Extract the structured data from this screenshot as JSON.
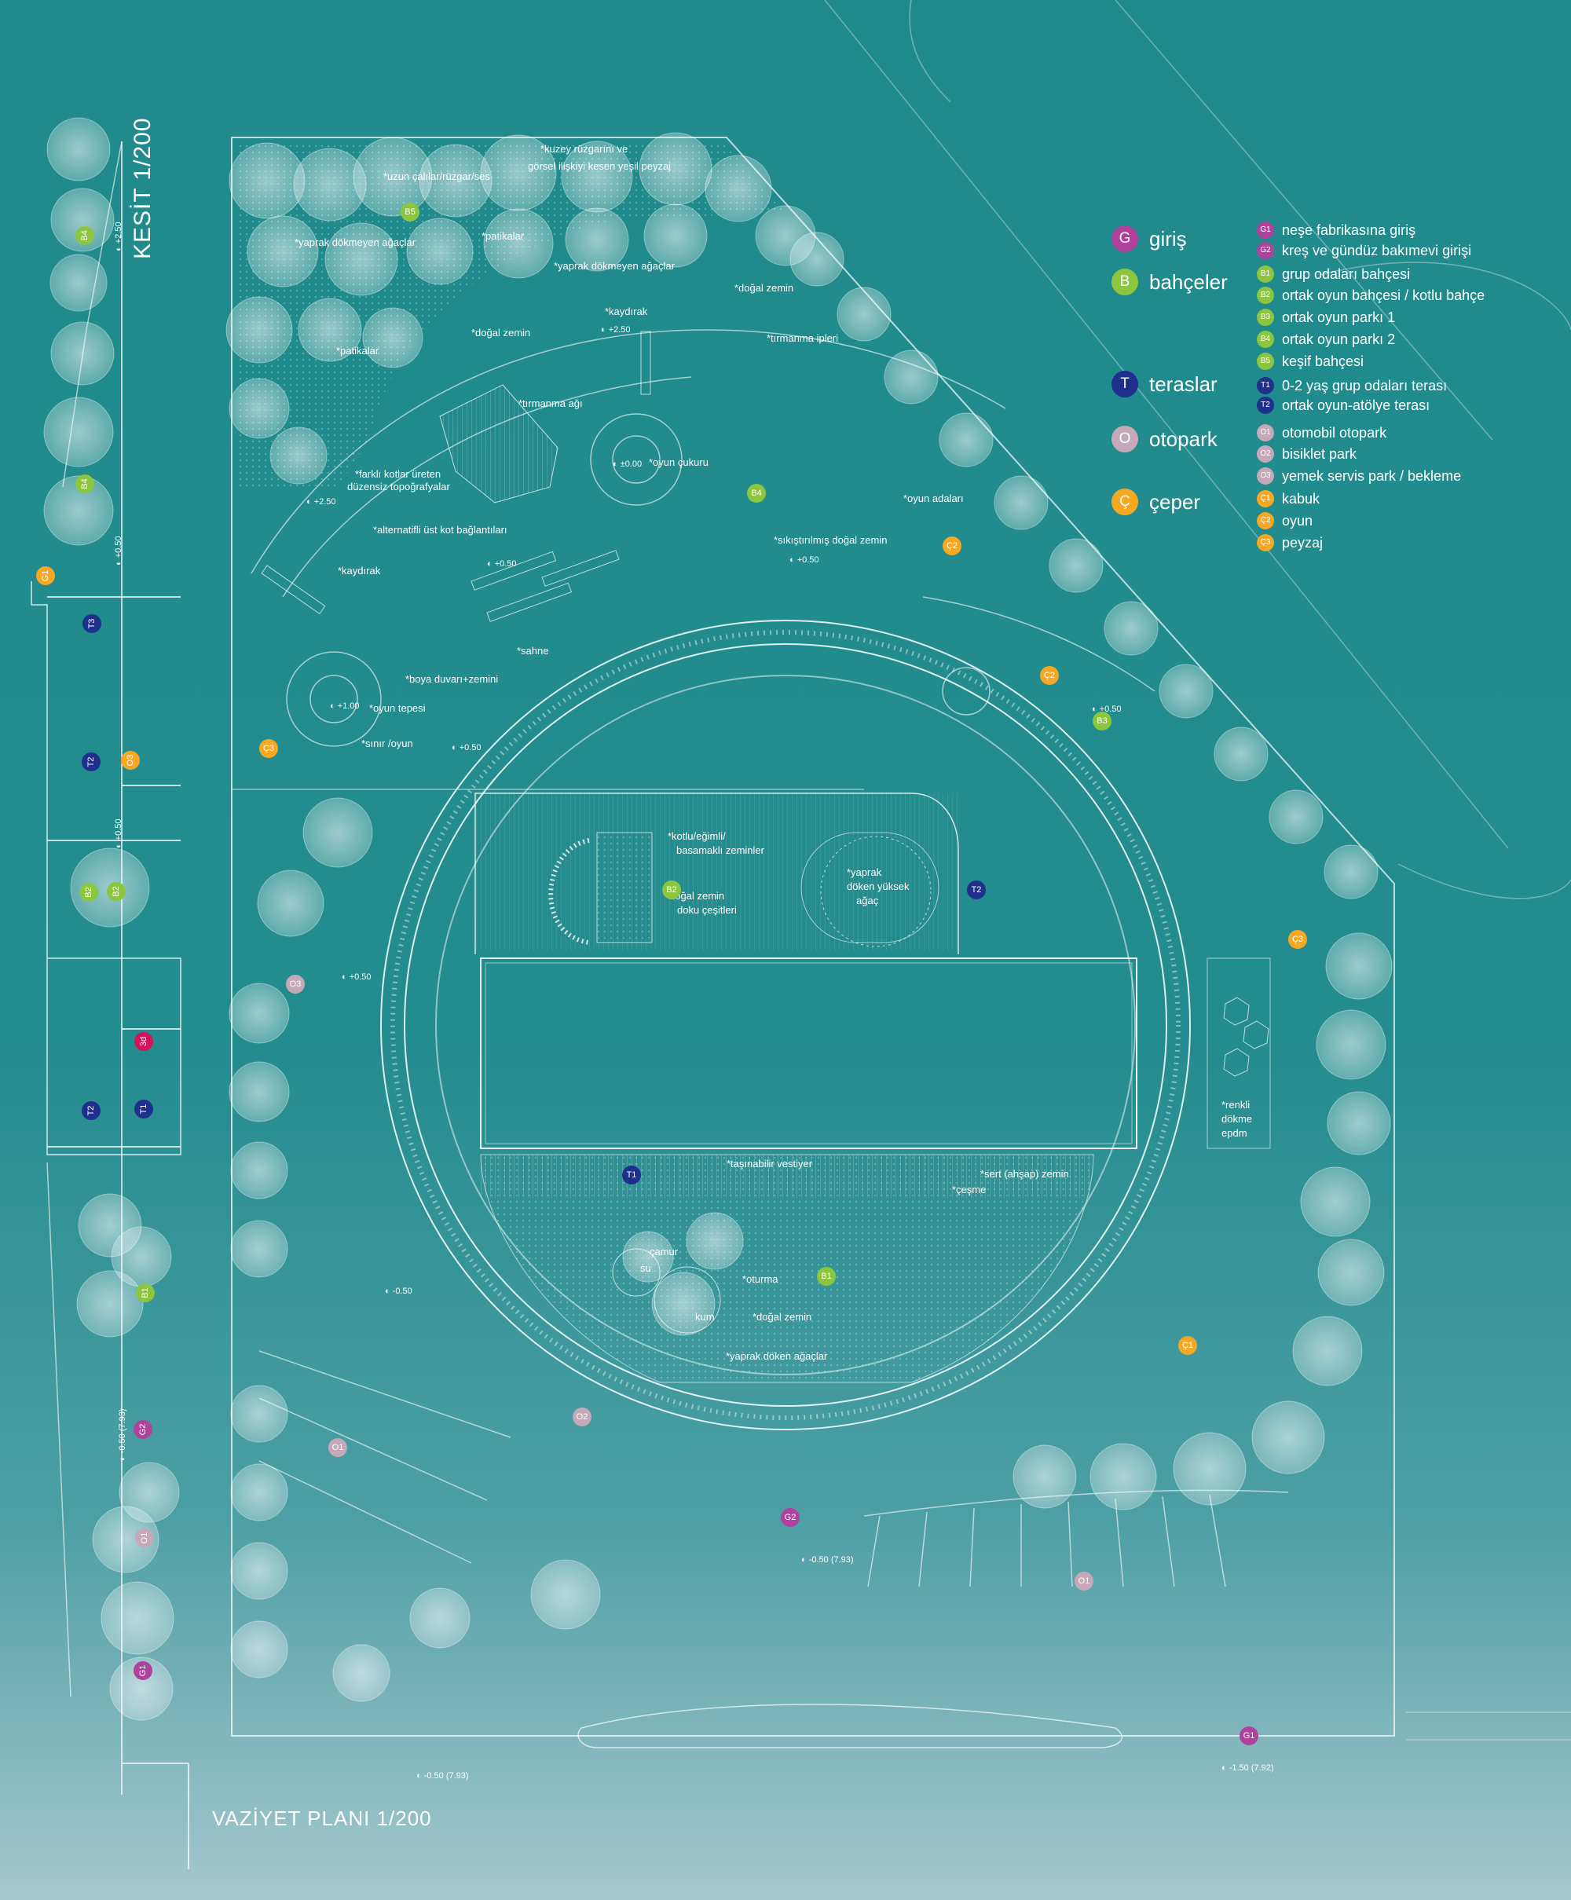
{
  "colors": {
    "background": "#228b8d",
    "G": "#b0429e",
    "B": "#8cc63f",
    "T": "#1f2f8c",
    "O": "#c5a9b8",
    "C": "#f7a823",
    "R": "#d4145a"
  },
  "titles": {
    "kesit": "KESİT 1/200",
    "vaziyet": "VAZİYET PLANI 1/200"
  },
  "legend": {
    "categories": [
      {
        "code": "G",
        "label": "giriş",
        "color": "G"
      },
      {
        "code": "B",
        "label": "bahçeler",
        "color": "B"
      },
      {
        "code": "T",
        "label": "teraslar",
        "color": "T"
      },
      {
        "code": "O",
        "label": "otopark",
        "color": "O"
      },
      {
        "code": "Ç",
        "label": "çeper",
        "color": "C"
      }
    ],
    "items": [
      {
        "code": "G1",
        "label": "neşe fabrikasına giriş",
        "color": "G"
      },
      {
        "code": "G2",
        "label": "kreş ve gündüz bakımevi girişi",
        "color": "G"
      },
      {
        "code": "B1",
        "label": "grup odaları bahçesi",
        "color": "B"
      },
      {
        "code": "B2",
        "label": "ortak oyun bahçesi / kotlu bahçe",
        "color": "B"
      },
      {
        "code": "B3",
        "label": "ortak oyun parkı 1",
        "color": "B"
      },
      {
        "code": "B4",
        "label": "ortak oyun parkı 2",
        "color": "B"
      },
      {
        "code": "B5",
        "label": "keşif bahçesi",
        "color": "B"
      },
      {
        "code": "T1",
        "label": "0-2 yaş grup odaları terası",
        "color": "T"
      },
      {
        "code": "T2",
        "label": "ortak oyun-atölye terası",
        "color": "T"
      },
      {
        "code": "O1",
        "label": "otomobil otopark",
        "color": "O"
      },
      {
        "code": "O2",
        "label": "bisiklet park",
        "color": "O"
      },
      {
        "code": "O3",
        "label": "yemek servis park / bekleme",
        "color": "O"
      },
      {
        "code": "Ç1",
        "label": "kabuk",
        "color": "C"
      },
      {
        "code": "Ç2",
        "label": "oyun",
        "color": "C"
      },
      {
        "code": "Ç3",
        "label": "peyzaj",
        "color": "C"
      }
    ]
  },
  "annotations": [
    "*kuzey rüzgarını ve",
    "görsel ilişkiyi kesen yeşil peyzaj",
    "*uzun çalılar/rüzgar/ses",
    "*yaprak dökmeyen ağaçlar",
    "*patikalar",
    "*yaprak dökmeyen ağaçlar",
    "*doğal zemin",
    "*kaydırak",
    "*doğal zemin",
    "*tırmanma ipleri",
    "*patikalar",
    "*tırmanma ağı",
    "*oyun çukuru",
    "*farklı kotlar üreten",
    "düzensiz topoğrafyalar",
    "*oyun adaları",
    "*alternatifli üst kot bağlantıları",
    "*sıkıştırılmış doğal zemin",
    "*kaydırak",
    "*sahne",
    "*boya duvarı+zemini",
    "*oyun tepesi",
    "*sınır /oyun",
    "*kotlu/eğimli/",
    "basamaklı zeminler",
    "*yaprak",
    "döken yüksek",
    "ağaç",
    "*doğal zemin",
    "doku çeşitleri",
    "*renkli",
    "dökme",
    "epdm",
    "*taşınabilir vestiyer",
    "*sert (ahşap) zemin",
    "*çeşme",
    "çamur",
    "su",
    "*oturma",
    "kum",
    "*doğal zemin",
    "*yaprak döken ağaçlar"
  ],
  "levels": [
    "+2.50",
    "+2.50",
    "±0.00",
    "+0.50",
    "+0.50",
    "+1.00",
    "+0.50",
    "+0.50",
    "+0.50",
    "-0.50",
    "-0.50 (7.93)",
    "-0.50 (7.93)",
    "-1.50 (7.92)",
    "+2.50",
    "+0.50",
    "+0.50",
    "-0.50 (7.93)"
  ],
  "plan_markers": [
    "B5",
    "B4",
    "Ç2",
    "Ç2",
    "B3",
    "Ç3",
    "O3",
    "B2",
    "T2",
    "Ç3",
    "T1",
    "B1",
    "Ç1",
    "O2",
    "O1",
    "G2",
    "O1",
    "G1"
  ],
  "section_markers": [
    "B4",
    "B4",
    "G1",
    "T3",
    "T2",
    "O3",
    "B2",
    "B2",
    "3d",
    "T2",
    "T1",
    "B1",
    "G2",
    "O1",
    "G1"
  ]
}
